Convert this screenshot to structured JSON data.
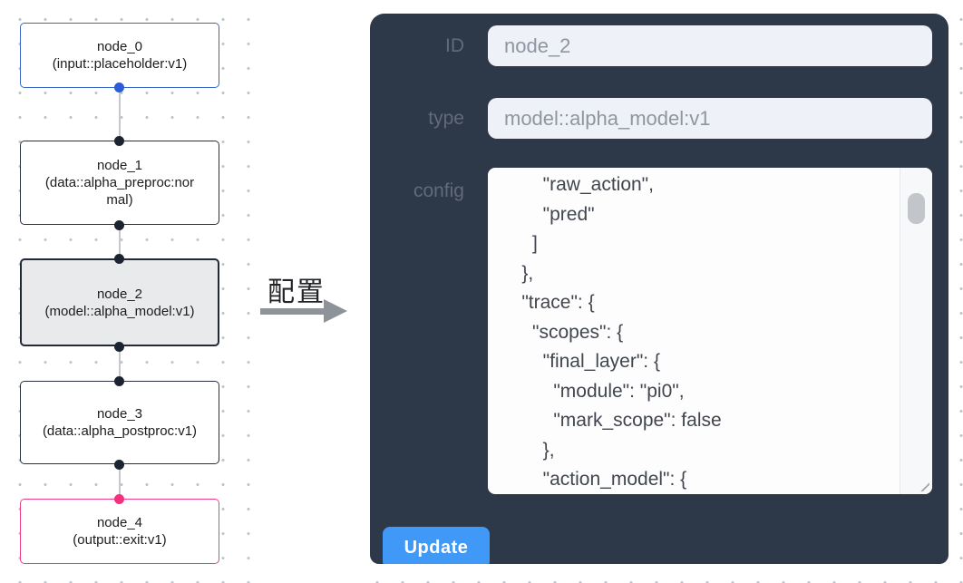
{
  "flow_canvas": {
    "nodes": [
      {
        "title": "node_0",
        "subtitle": "(input::placeholder:v1)"
      },
      {
        "title": "node_1",
        "subtitle": "(data::alpha_preproc:normal)"
      },
      {
        "title": "node_2",
        "subtitle": "(model::alpha_model:v1)"
      },
      {
        "title": "node_3",
        "subtitle": "(data::alpha_postproc:v1)"
      },
      {
        "title": "node_4",
        "subtitle": "(output::exit:v1)"
      }
    ]
  },
  "transition": {
    "label": "配置",
    "arrow_icon": "right-arrow"
  },
  "config_panel": {
    "id_field": {
      "label": "ID",
      "value": "node_2"
    },
    "type_field": {
      "label": "type",
      "value": "model::alpha_model:v1"
    },
    "config_field": {
      "label": "config",
      "value": "        \"raw_action\",\n        \"pred\"\n      ]\n    },\n    \"trace\": {\n      \"scopes\": {\n        \"final_layer\": {\n          \"module\": \"pi0\",\n          \"mark_scope\": false\n        },\n        \"action_model\": {"
    },
    "update_button_label": "Update"
  },
  "colors": {
    "panel_background": "#2d3948",
    "input_field_background": "#eef1f7",
    "input_node_border": "#3a67c6",
    "default_node_border": "#2a3040",
    "selected_node_fill": "#e9eaec",
    "output_node_border": "#ee3d82",
    "edge_line": "#c5c8ce",
    "edge_dot_dark": "#1c2431",
    "edge_dot_blue": "#2a5cd7",
    "edge_dot_pink": "#f5317f",
    "update_button": "#4098f7",
    "arrow": "#8e9299"
  }
}
